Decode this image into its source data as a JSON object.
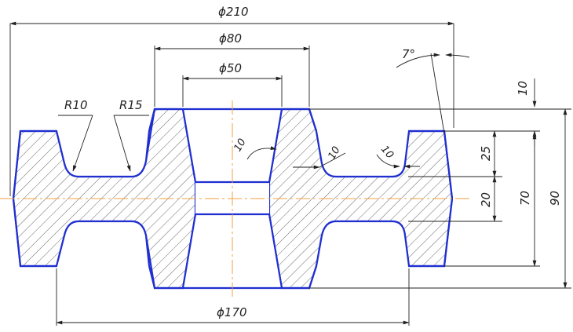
{
  "colors": {
    "outline": "#1f2fd0",
    "dimension": "#222222",
    "centerline": "#f0a040",
    "hatch": "#555555",
    "background": "#ffffff"
  },
  "dimensions": {
    "dia_outer": "ϕ210",
    "dia_hub": "ϕ80",
    "dia_bore": "ϕ50",
    "dia_groove": "ϕ170",
    "radius_small": "R10",
    "radius_large": "R15",
    "draft_angle": "7°",
    "chamfer_left": "10",
    "chamfer_mid": "10",
    "chamfer_right": "10",
    "height_10": "10",
    "height_25": "25",
    "height_20": "20",
    "height_70": "70",
    "height_90": "90"
  }
}
